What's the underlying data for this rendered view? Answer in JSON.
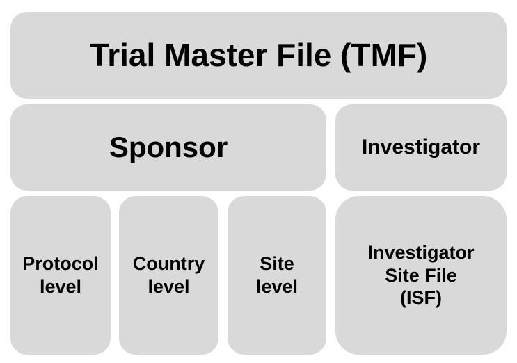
{
  "tmf": {
    "label": "Trial Master File (TMF)"
  },
  "sponsor": {
    "label": "Sponsor"
  },
  "investigator": {
    "label": "Investigator"
  },
  "sponsor_levels": [
    {
      "label": "Protocol\nlevel"
    },
    {
      "label": "Country\nlevel"
    },
    {
      "label": "Site\nlevel"
    }
  ],
  "isf": {
    "label": "Investigator\nSite File\n(ISF)"
  },
  "colors": {
    "box_fill": "#d9d9d9",
    "text": "#000000",
    "background": "#ffffff"
  }
}
